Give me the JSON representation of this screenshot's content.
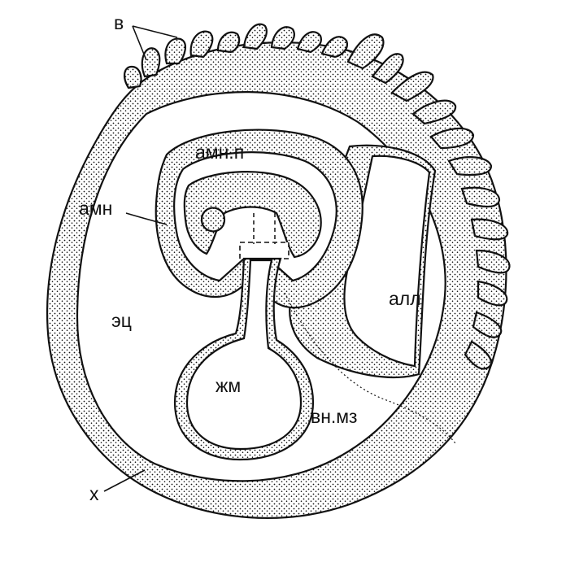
{
  "labels": {
    "villi": "в",
    "amnion_fold": "амн.п",
    "amnion": "амн",
    "allantois": "алл",
    "extraembryonic_coelom": "эц",
    "yolk_sac": "жм",
    "extraembryonic_mesoderm": "вн.мз",
    "chorion": "х"
  }
}
